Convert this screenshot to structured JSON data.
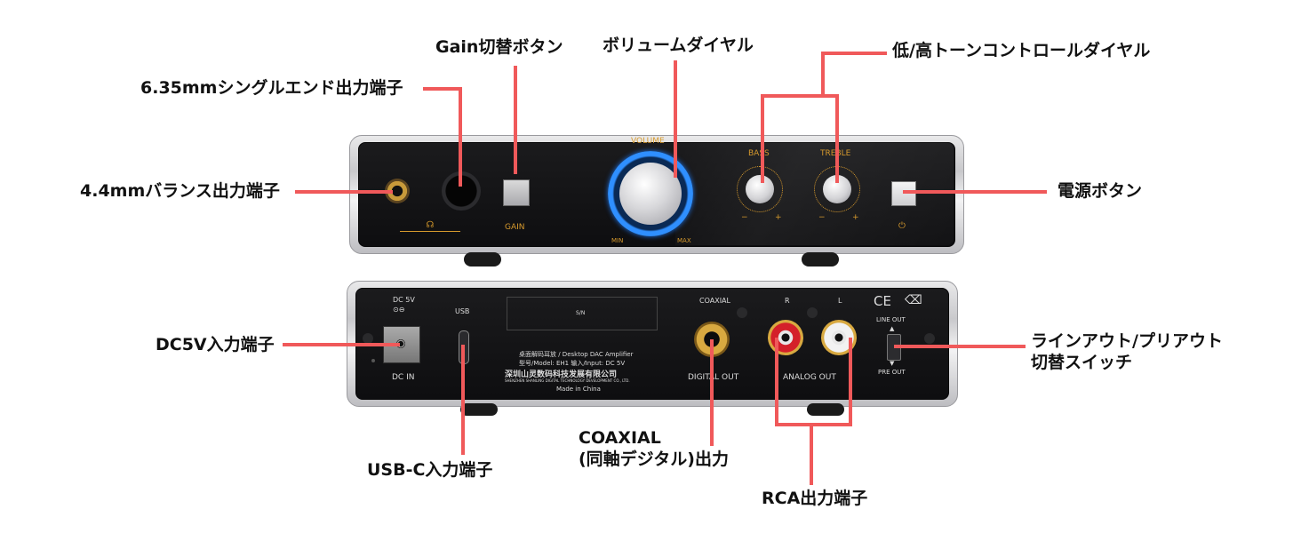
{
  "callouts": {
    "gain_switch": "Gain切替ボタン",
    "volume_dial": "ボリュームダイヤル",
    "tone_dials": "低/高トーンコントロールダイヤル",
    "jack_635": "6.35mmシングルエンド出力端子",
    "jack_44": "4.4mmバランス出力端子",
    "power_button": "電源ボタン",
    "dc_input": "DC5V入力端子",
    "line_switch_line1": "ラインアウト/プリアウト",
    "line_switch_line2": "切替スイッチ",
    "usb_input": "USB-C入力端子",
    "coaxial_line1": "COAXIAL",
    "coaxial_line2": "(同軸デジタル)出力",
    "rca_output": "RCA出力端子"
  },
  "front_panel": {
    "volume_label": "VOLUME",
    "bass_label": "BASS",
    "treble_label": "TREBLE",
    "gain_label": "GAIN",
    "min_label": "MIN",
    "max_label": "MAX",
    "minus": "−",
    "plus": "+"
  },
  "back_panel": {
    "dc5v_label": "DC 5V",
    "usb_label": "USB",
    "sn_label": "S/N",
    "coaxial_label": "COAXIAL",
    "r_label": "R",
    "l_label": "L",
    "line_out_label": "LINE OUT",
    "pre_out_label": "PRE OUT",
    "dc_in_label": "DC IN",
    "digital_out_label": "DIGITAL OUT",
    "analog_out_label": "ANALOG OUT",
    "info_line1": "桌面解码耳放 / Desktop DAC Amplifier",
    "info_line2": "型号/Model: EH1    输入/Input: DC 5V",
    "company_cn": "深圳山灵数码科技发展有限公司",
    "company_en": "SHENZHEN SHANLING DIGITAL TECHNOLOGY DEVELOPMENT CO., LTD.",
    "made_in": "Made in China",
    "ce_mark": "CE"
  },
  "colors": {
    "leader": "#f0595a",
    "panel_accent": "#d79a2d",
    "volume_ring": "#2f8fff"
  }
}
